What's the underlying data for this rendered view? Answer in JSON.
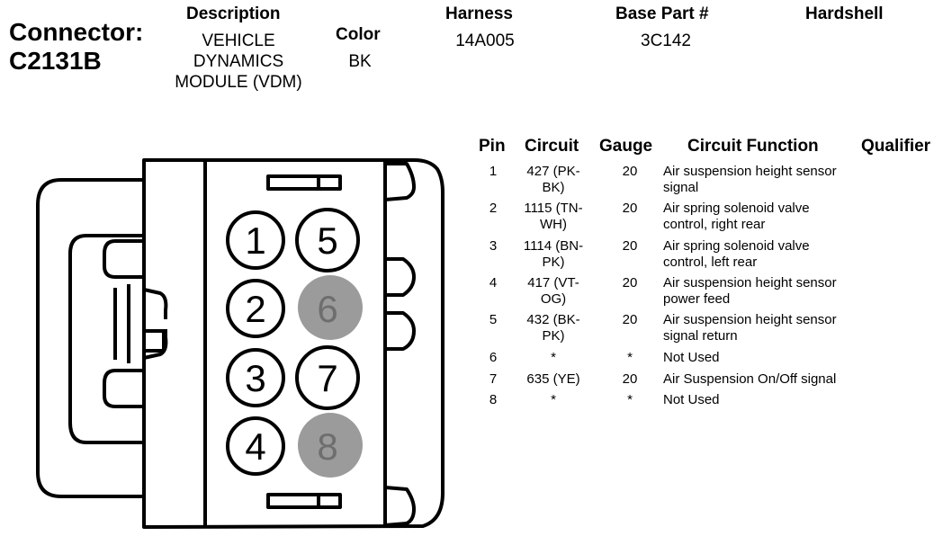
{
  "connector": {
    "label": "Connector:",
    "id": "C2131B"
  },
  "header": {
    "description_label": "Description",
    "description_lines": [
      "VEHICLE",
      "DYNAMICS",
      "MODULE (VDM)"
    ],
    "color_label": "Color",
    "color_value": "BK",
    "harness_label": "Harness",
    "harness_value": "14A005",
    "base_part_label": "Base Part #",
    "base_part_value": "3C142",
    "hardshell_label": "Hardshell"
  },
  "table": {
    "columns": [
      "Pin",
      "Circuit",
      "Gauge",
      "Circuit Function",
      "Qualifier"
    ],
    "rows": [
      {
        "pin": "1",
        "circuit": [
          "427 (PK-",
          "BK)"
        ],
        "gauge": "20",
        "function": [
          "Air suspension height sensor",
          "signal"
        ]
      },
      {
        "pin": "2",
        "circuit": [
          "1115 (TN-",
          "WH)"
        ],
        "gauge": "20",
        "function": [
          "Air spring solenoid valve",
          "control, right rear"
        ]
      },
      {
        "pin": "3",
        "circuit": [
          "1114 (BN-",
          "PK)"
        ],
        "gauge": "20",
        "function": [
          "Air spring solenoid valve",
          "control, left rear"
        ]
      },
      {
        "pin": "4",
        "circuit": [
          "417 (VT-",
          "OG)"
        ],
        "gauge": "20",
        "function": [
          "Air suspension height sensor",
          "power feed"
        ]
      },
      {
        "pin": "5",
        "circuit": [
          "432 (BK-",
          "PK)"
        ],
        "gauge": "20",
        "function": [
          "Air suspension height sensor",
          "signal return"
        ]
      },
      {
        "pin": "6",
        "circuit": [
          "*"
        ],
        "gauge": "*",
        "function": [
          "Not Used"
        ]
      },
      {
        "pin": "7",
        "circuit": [
          "635 (YE)"
        ],
        "gauge": "20",
        "function": [
          "Air Suspension On/Off signal"
        ]
      },
      {
        "pin": "8",
        "circuit": [
          "*"
        ],
        "gauge": "*",
        "function": [
          "Not Used"
        ]
      }
    ]
  },
  "diagram": {
    "pins": [
      {
        "label": "1",
        "used": true
      },
      {
        "label": "5",
        "used": true
      },
      {
        "label": "2",
        "used": true
      },
      {
        "label": "6",
        "used": false
      },
      {
        "label": "3",
        "used": true
      },
      {
        "label": "7",
        "used": true
      },
      {
        "label": "4",
        "used": true
      },
      {
        "label": "8",
        "used": false
      }
    ],
    "unused_pin_color": "#9b9b9b",
    "unused_text_color": "#6e6e6e"
  }
}
